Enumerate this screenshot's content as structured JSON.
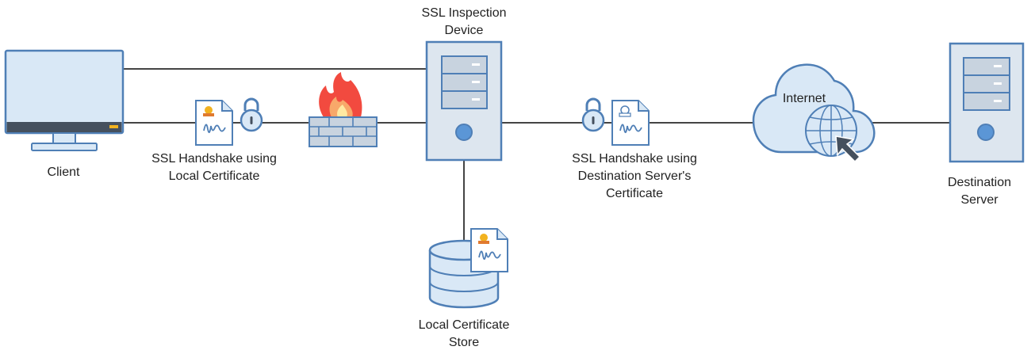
{
  "labels": {
    "client": "Client",
    "ssl_device_line1": "SSL Inspection",
    "ssl_device_line2": "Device",
    "handshake_local_line1": "SSL Handshake using",
    "handshake_local_line2": "Local Certificate",
    "handshake_dest_line1": "SSL Handshake using",
    "handshake_dest_line2": "Destination Server's",
    "handshake_dest_line3": "Certificate",
    "internet": "Internet",
    "destination_line1": "Destination",
    "destination_line2": "Server",
    "store_line1": "Local Certificate",
    "store_line2": "Store"
  },
  "colors": {
    "stroke": "#4f7fb6",
    "fill_light": "#d9e8f6",
    "fill_server": "#dde6ef",
    "fill_blue": "#5b96d6",
    "line": "#444444",
    "fire_red": "#f24a3f",
    "fire_orange": "#f8a86a",
    "fire_yellow": "#ffe9a2",
    "wall": "#c8d3df",
    "badge": "#f2b21f"
  },
  "icons": [
    "monitor-icon",
    "firewall-icon",
    "server-icon",
    "cloud-icon",
    "globe-icon",
    "cursor-icon",
    "padlock-icon",
    "certificate-icon",
    "database-icon"
  ]
}
